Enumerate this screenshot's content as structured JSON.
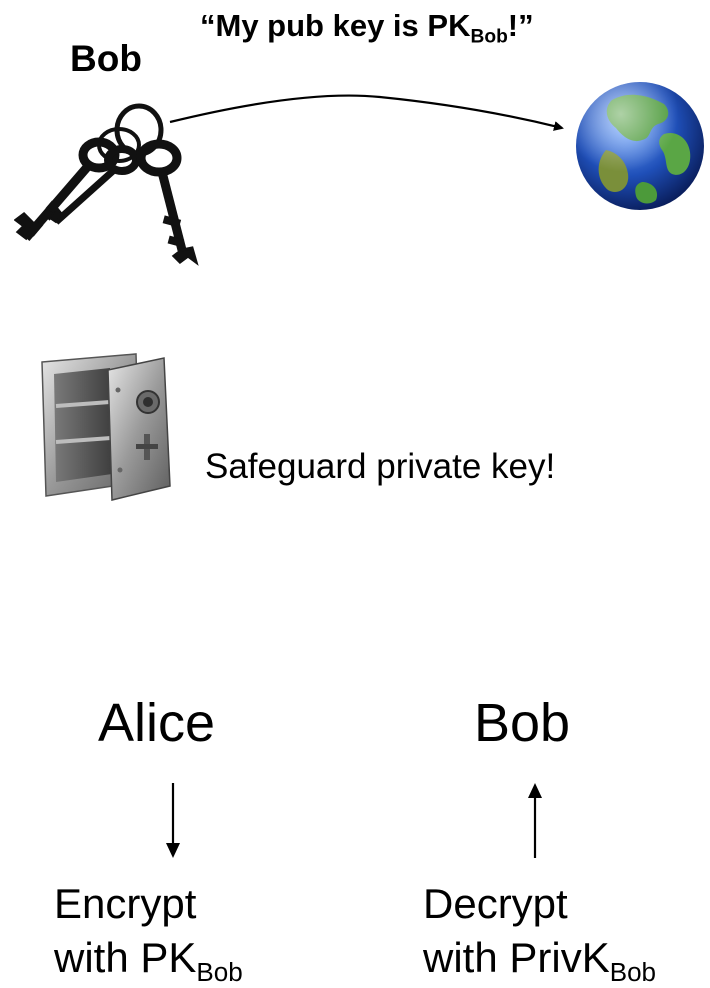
{
  "top": {
    "quote_prefix": "“My pub key is PK",
    "quote_sub": "Bob",
    "quote_suffix": "!”",
    "actor": "Bob"
  },
  "icons": {
    "keys": "keys-icon",
    "globe": "globe-icon",
    "safe": "safe-icon"
  },
  "safeguard_text": "Safeguard private key!",
  "flow": {
    "sender": "Alice",
    "receiver": "Bob",
    "encrypt_line1": "Encrypt",
    "encrypt_line2": "with PK",
    "encrypt_sub": "Bob",
    "decrypt_line1": "Decrypt",
    "decrypt_line2": "with PrivK",
    "decrypt_sub": "Bob"
  },
  "colors": {
    "text": "#000000",
    "ocean": "#1f4fb8",
    "land": "#4c9a3a",
    "safe_metal": "#9a9a9a"
  }
}
